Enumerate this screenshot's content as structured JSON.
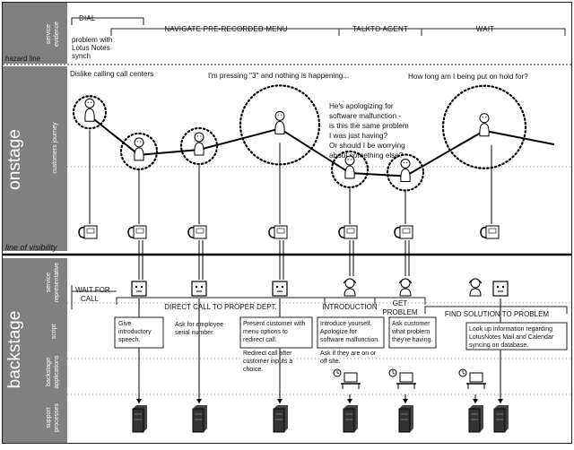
{
  "sections": {
    "onstage": "onstage",
    "backstage": "backstage",
    "hazard_line": "hazard line",
    "line_of_visibility": "line of visibility"
  },
  "lanes": {
    "service_evidence": [
      "service",
      "evidence"
    ],
    "customers_journey": "customers journey",
    "service_representative": [
      "service",
      "representative"
    ],
    "script": "script",
    "backstage_applications": [
      "backstage",
      "applications"
    ],
    "support_processes": [
      "support",
      "processes"
    ]
  },
  "phases": [
    {
      "label": "DIAL"
    },
    {
      "label": "NAVIGATE PRE-RECORDED MENU"
    },
    {
      "label": "TALKTO AGENT"
    },
    {
      "label": "WAIT"
    }
  ],
  "evidence_note": [
    "problem with",
    "Lotus Notes",
    "synch"
  ],
  "thoughts": {
    "t1": "Dislike calling call centers",
    "t2": "I'm pressing \"3\" and nothing is happening...",
    "t3": [
      "He's apologizing for",
      "software malfunction -",
      "is this the same problem",
      "I was just having?",
      "Or should I be worrying",
      "about something else?"
    ],
    "t4": "How long am I being put on hold for?"
  },
  "journey_levels": [
    0.82,
    0.45,
    0.5,
    0.7,
    0.28,
    0.25,
    0.68,
    0.55
  ],
  "script_headers": {
    "wait_for_call": [
      "WAIT FOR",
      "CALL"
    ],
    "direct_call": "DIRECT CALL TO PROPER DEPT.",
    "introduction": "INTRODUCTION",
    "get_problem": [
      "GET",
      "PROBLEM"
    ],
    "find_solution": "FIND SOLUTION TO PROBLEM"
  },
  "script_boxes": {
    "give_intro": [
      "Give",
      "introductory",
      "speech."
    ],
    "ask_serial": [
      "Ask for employee",
      "serial number."
    ],
    "present_menu": [
      "Present customer with",
      "menu options to",
      "redirect call."
    ],
    "redirect_after": [
      "Redirect call after",
      "customer inputs a",
      "choice."
    ],
    "introduce": [
      "Introduce yourself.",
      "Apologize for",
      "software malfunction."
    ],
    "ask_onsite": [
      "Ask if they are on or",
      "off site."
    ],
    "ask_problem": [
      "Ask customer",
      "what problem",
      "they're having."
    ],
    "lookup": [
      "Look up information regarding",
      "LotusNotes Mail and Calendar",
      "syncing on database."
    ]
  }
}
